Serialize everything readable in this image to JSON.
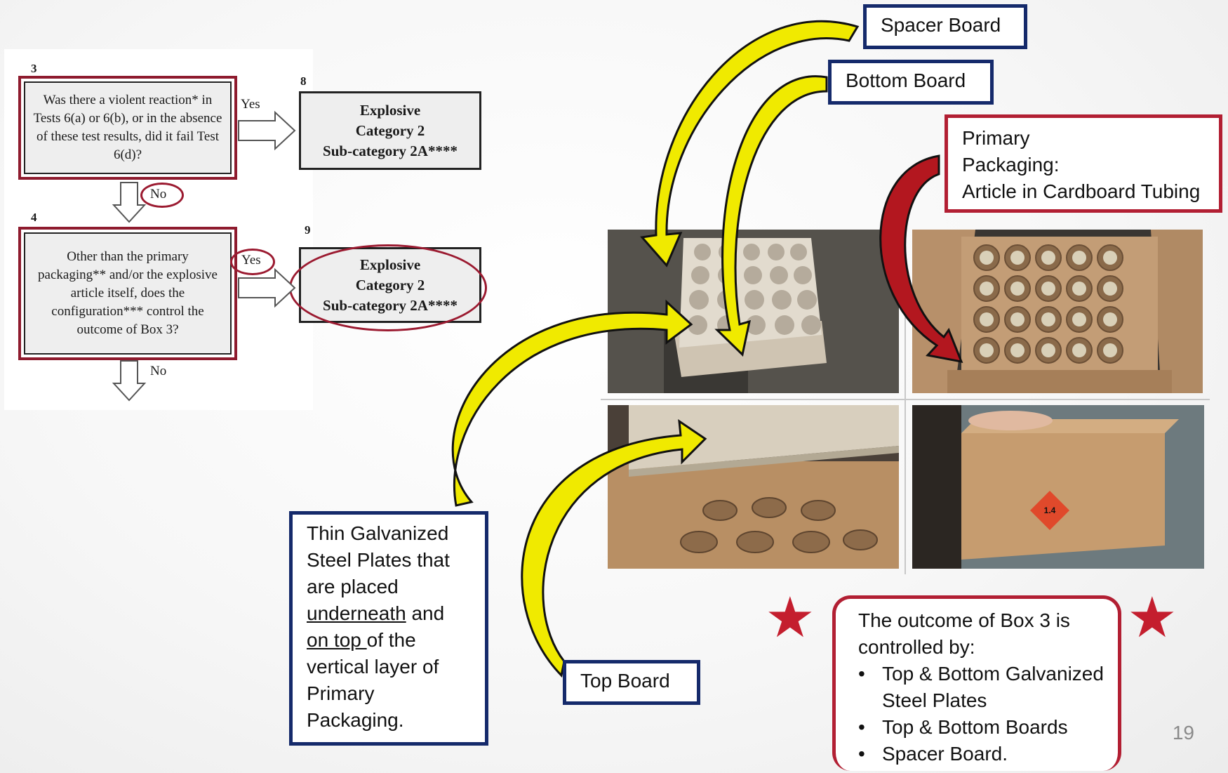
{
  "flowchart": {
    "box3": {
      "number": "3",
      "text": "Was there a violent reaction* in Tests 6(a) or 6(b), or in the absence of these test results, did it fail Test 6(d)?"
    },
    "box8": {
      "number": "8",
      "line1": "Explosive",
      "line2": "Category 2",
      "line3": "Sub-category 2A****"
    },
    "box4": {
      "number": "4",
      "text": "Other than the primary packaging** and/or the explosive article itself, does the configuration*** control the outcome of Box 3?"
    },
    "box9": {
      "number": "9",
      "line1": "Explosive",
      "line2": "Category 2",
      "line3": "Sub-category 2A****"
    },
    "yes_label_1": "Yes",
    "no_label_1": "No",
    "yes_label_2": "Yes",
    "no_label_2": "No"
  },
  "callouts": {
    "spacer_board": "Spacer Board",
    "bottom_board": "Bottom Board",
    "primary_packaging": {
      "line1": "Primary",
      "line2": "Packaging:",
      "line3": "Article in Cardboard Tubing"
    },
    "steel_plates": {
      "line1": "Thin Galvanized",
      "line2": "Steel Plates that",
      "line3": "are placed",
      "line4_underlined": "underneath",
      "line4_rest": " and",
      "line5_underlined": "on top ",
      "line5_rest": "of the",
      "line6": "vertical layer of",
      "line7": "Primary",
      "line8": "Packaging."
    },
    "top_board": "Top Board",
    "outcome": {
      "intro": "The outcome of Box 3 is controlled by:",
      "items": [
        "Top & Bottom Galvanized Steel Plates",
        "Top & Bottom Boards",
        "Spacer Board."
      ]
    }
  },
  "photo_label": "1.4",
  "page_number": "19",
  "colors": {
    "navy": "#152a6b",
    "crimson": "#b21f33",
    "maroon": "#8e1b2e",
    "arrow_yellow": "#f0ea00",
    "arrow_red": "#b3171f"
  },
  "icons": {
    "star": "★"
  }
}
